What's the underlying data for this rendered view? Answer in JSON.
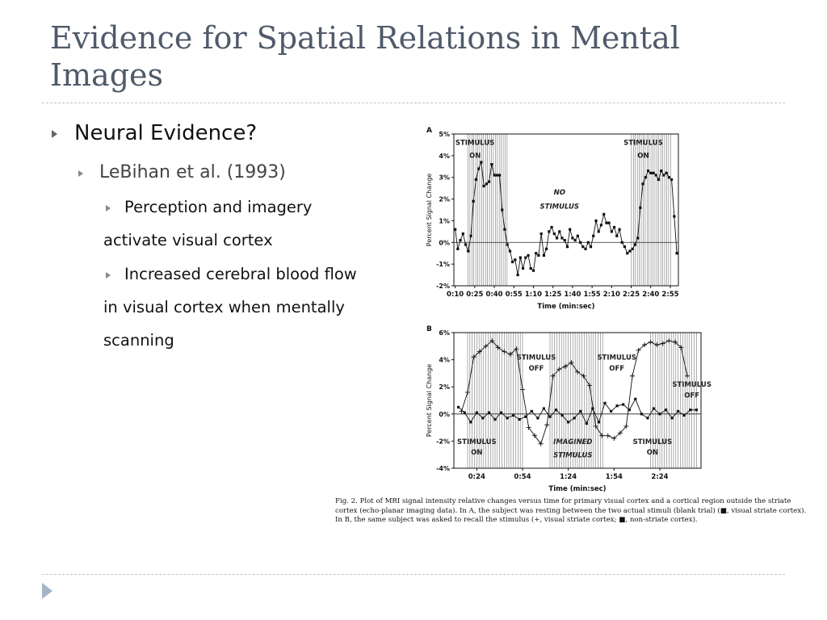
{
  "slide": {
    "title": "Evidence for Spatial Relations in Mental Images",
    "bullet1": "Neural Evidence?",
    "bullet2": "LeBihan et al. (1993)",
    "bullet3_line1": "Perception and imagery",
    "bullet3_line2": "activate visual cortex",
    "bullet4_line1": "Increased cerebral blood flow",
    "bullet4_line2": "in visual cortex when mentally",
    "bullet4_line3": "scanning"
  },
  "figure": {
    "caption": "Fig. 2. Plot of MRI signal intensity relative changes versus time for primary visual cortex and a cortical region outside the striate cortex (echo-planar imaging data). In A, the subject was resting between the two actual stimuli (blank trial) (■, visual striate cortex). In B, the same subject was asked to recall the stimulus (+, visual striate cortex; ■, non-striate cortex)."
  },
  "chart_data": [
    {
      "type": "line",
      "panel_label": "A",
      "ylabel": "Percent Signal Change",
      "xlabel": "Time (min:sec)",
      "ylim": [
        -2,
        5
      ],
      "yticks": [
        "-2%",
        "-1%",
        "0%",
        "1%",
        "2%",
        "3%",
        "4%",
        "5%"
      ],
      "xticks": [
        "0:10",
        "0:25",
        "0:40",
        "0:55",
        "1:10",
        "1:25",
        "1:40",
        "1:55",
        "2:10",
        "2:25",
        "2:40",
        "2:55"
      ],
      "annotations": [
        {
          "text": "STIMULUS",
          "x": 0.42,
          "y": 4.5
        },
        {
          "text": "ON",
          "x": 0.42,
          "y": 3.9
        },
        {
          "text": "NO",
          "x": 1.5,
          "y": 2.2
        },
        {
          "text": "STIMULUS",
          "x": 1.5,
          "y": 1.55
        },
        {
          "text": "STIMULUS",
          "x": 2.57,
          "y": 4.5
        },
        {
          "text": "ON",
          "x": 2.57,
          "y": 3.9
        }
      ],
      "shaded_intervals": [
        [
          0.33,
          0.83
        ],
        [
          2.42,
          2.93
        ]
      ],
      "series": [
        {
          "marker": "square",
          "x": [
            0.167,
            0.2,
            0.233,
            0.267,
            0.3,
            0.333,
            0.367,
            0.4,
            0.433,
            0.467,
            0.5,
            0.533,
            0.567,
            0.6,
            0.633,
            0.667,
            0.7,
            0.733,
            0.767,
            0.8,
            0.833,
            0.867,
            0.9,
            0.933,
            0.967,
            1.0,
            1.033,
            1.067,
            1.1,
            1.133,
            1.167,
            1.2,
            1.233,
            1.267,
            1.3,
            1.333,
            1.367,
            1.4,
            1.433,
            1.467,
            1.5,
            1.533,
            1.567,
            1.6,
            1.633,
            1.667,
            1.7,
            1.733,
            1.767,
            1.8,
            1.833,
            1.867,
            1.9,
            1.933,
            1.967,
            2.0,
            2.033,
            2.067,
            2.1,
            2.133,
            2.167,
            2.2,
            2.233,
            2.267,
            2.3,
            2.333,
            2.367,
            2.4,
            2.433,
            2.467,
            2.5,
            2.533,
            2.567,
            2.6,
            2.633,
            2.667,
            2.7,
            2.733,
            2.767,
            2.8,
            2.833,
            2.867,
            2.9,
            2.933,
            2.967,
            3.0
          ],
          "y": [
            0.6,
            -0.3,
            0.1,
            0.4,
            -0.1,
            -0.4,
            0.3,
            1.9,
            2.9,
            3.4,
            3.7,
            2.6,
            2.7,
            2.8,
            3.6,
            3.1,
            3.1,
            3.1,
            1.5,
            0.6,
            -0.1,
            -0.4,
            -0.9,
            -0.8,
            -1.5,
            -0.7,
            -1.2,
            -0.7,
            -0.6,
            -1.2,
            -1.3,
            -0.5,
            -0.6,
            0.4,
            -0.6,
            -0.3,
            0.5,
            0.7,
            0.4,
            0.2,
            0.5,
            0.2,
            0.1,
            -0.2,
            0.6,
            0.2,
            0.1,
            0.3,
            0.0,
            -0.2,
            -0.3,
            0.0,
            -0.2,
            0.3,
            1.0,
            0.5,
            0.8,
            1.3,
            0.9,
            0.9,
            0.5,
            0.7,
            0.3,
            0.6,
            0.0,
            -0.2,
            -0.5,
            -0.4,
            -0.3,
            -0.1,
            0.2,
            1.6,
            2.7,
            3.0,
            3.3,
            3.2,
            3.2,
            3.1,
            2.9,
            3.3,
            3.1,
            3.2,
            3.0,
            2.9,
            1.2,
            -0.5
          ]
        }
      ]
    },
    {
      "type": "line",
      "panel_label": "B",
      "ylabel": "Percent Signal Change",
      "xlabel": "Time (min:sec)",
      "ylim": [
        -4,
        6
      ],
      "yticks": [
        "-4%",
        "-2%",
        "0%",
        "2%",
        "4%",
        "6%"
      ],
      "xticks": [
        "0:24",
        "0:54",
        "1:24",
        "1:54",
        "2:24"
      ],
      "annotations": [
        {
          "text": "STIMULUS",
          "x": 0.4,
          "y": -2.2
        },
        {
          "text": "ON",
          "x": 0.4,
          "y": -3.0
        },
        {
          "text": "STIMULUS",
          "x": 1.05,
          "y": 4.0
        },
        {
          "text": "OFF",
          "x": 1.05,
          "y": 3.2
        },
        {
          "text": "IMAGINED",
          "x": 1.45,
          "y": -2.2
        },
        {
          "text": "STIMULUS",
          "x": 1.45,
          "y": -3.2
        },
        {
          "text": "STIMULUS",
          "x": 1.93,
          "y": 4.0
        },
        {
          "text": "OFF",
          "x": 1.93,
          "y": 3.2
        },
        {
          "text": "STIMULUS",
          "x": 2.32,
          "y": -2.2
        },
        {
          "text": "ON",
          "x": 2.32,
          "y": -3.0
        },
        {
          "text": "STIMULUS",
          "x": 2.75,
          "y": 2.0
        },
        {
          "text": "OFF",
          "x": 2.75,
          "y": 1.2
        }
      ],
      "shaded_intervals": [
        [
          0.3,
          0.9
        ],
        [
          1.2,
          1.78
        ],
        [
          2.3,
          2.82
        ]
      ],
      "series": [
        {
          "marker": "plus",
          "x": [
            0.233,
            0.3,
            0.367,
            0.433,
            0.5,
            0.567,
            0.633,
            0.7,
            0.767,
            0.833,
            0.9,
            0.967,
            1.033,
            1.1,
            1.167,
            1.233,
            1.3,
            1.367,
            1.433,
            1.5,
            1.567,
            1.633,
            1.7,
            1.767,
            1.833,
            1.9,
            1.967,
            2.033,
            2.1,
            2.167,
            2.233,
            2.3,
            2.367,
            2.433,
            2.5,
            2.567,
            2.633,
            2.7
          ],
          "y": [
            0.2,
            1.6,
            4.2,
            4.6,
            5.0,
            5.4,
            4.9,
            4.6,
            4.4,
            4.8,
            1.8,
            -1.0,
            -1.6,
            -2.2,
            -0.8,
            2.8,
            3.3,
            3.5,
            3.8,
            3.1,
            2.8,
            2.1,
            -0.9,
            -1.6,
            -1.6,
            -1.8,
            -1.4,
            -0.9,
            2.8,
            4.7,
            5.1,
            5.3,
            5.1,
            5.2,
            5.4,
            5.3,
            4.9,
            2.8
          ]
        },
        {
          "marker": "square",
          "x": [
            0.2,
            0.267,
            0.333,
            0.4,
            0.467,
            0.533,
            0.6,
            0.667,
            0.733,
            0.8,
            0.867,
            0.933,
            1.0,
            1.067,
            1.133,
            1.2,
            1.267,
            1.333,
            1.4,
            1.467,
            1.533,
            1.6,
            1.667,
            1.733,
            1.8,
            1.867,
            1.933,
            2.0,
            2.067,
            2.133,
            2.2,
            2.267,
            2.333,
            2.4,
            2.467,
            2.533,
            2.6,
            2.667,
            2.733,
            2.8
          ],
          "y": [
            0.5,
            0.1,
            -0.6,
            0.1,
            -0.3,
            0.1,
            -0.4,
            0.1,
            -0.3,
            -0.1,
            -0.4,
            -0.2,
            0.2,
            -0.3,
            0.4,
            -0.2,
            0.3,
            -0.1,
            -0.6,
            -0.3,
            0.2,
            -0.7,
            0.4,
            -0.6,
            0.8,
            0.2,
            0.6,
            0.7,
            0.3,
            1.1,
            0.0,
            -0.3,
            0.4,
            0.0,
            0.3,
            -0.3,
            0.2,
            -0.1,
            0.3,
            0.3
          ]
        }
      ]
    }
  ]
}
